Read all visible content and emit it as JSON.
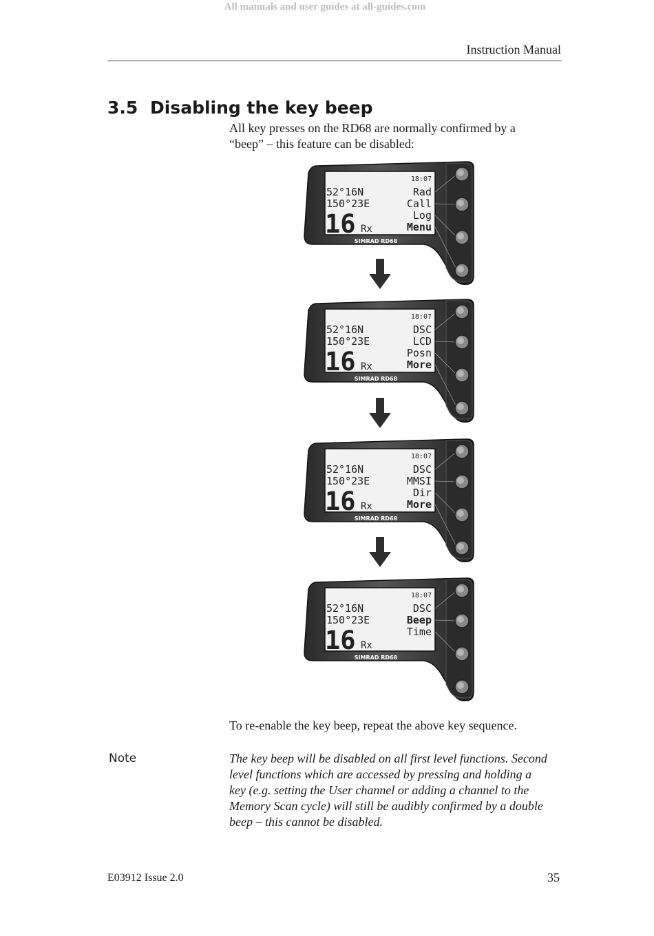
{
  "watermark": "All manuals and user guides at all-guides.com",
  "header": {
    "title": "Instruction Manual"
  },
  "section": {
    "number": "3.5",
    "title": "Disabling the key beep",
    "intro_line1": "All key presses on the RD68 are normally confirmed by a",
    "intro_line2": "“beep” – this feature can be disabled:"
  },
  "colors": {
    "device_body": "#3a3a3a",
    "lcd_background": "#f2f2f2",
    "arrow": "#2e2e2e"
  },
  "icons": {
    "arrow": "down-arrow-icon",
    "finger": "finger-press-icon",
    "button": "device-key-icon"
  },
  "screens": [
    {
      "time": "18:07",
      "lat": "52°16N",
      "lon": "150°23E",
      "channel": "16",
      "mode": "Rx",
      "brand": "SIMRAD RD68",
      "menu": [
        "Rad",
        "Call",
        "Log",
        "Menu"
      ],
      "bold_index": 3,
      "pressed_key": 4
    },
    {
      "time": "18:07",
      "lat": "52°16N",
      "lon": "150°23E",
      "channel": "16",
      "mode": "Rx",
      "brand": "SIMRAD RD68",
      "menu": [
        "DSC",
        "LCD",
        "Posn",
        "More"
      ],
      "bold_index": 3,
      "pressed_key": 4
    },
    {
      "time": "18:07",
      "lat": "52°16N",
      "lon": "150°23E",
      "channel": "16",
      "mode": "Rx",
      "brand": "SIMRAD RD68",
      "menu": [
        "DSC",
        "MMSI",
        "Dir",
        "More"
      ],
      "bold_index": 3,
      "pressed_key": 4
    },
    {
      "time": "18:07",
      "lat": "52°16N",
      "lon": "150°23E",
      "channel": "16",
      "mode": "Rx",
      "brand": "SIMRAD RD68",
      "menu": [
        "DSC",
        "Beep",
        "Time",
        ""
      ],
      "bold_index": 1,
      "pressed_key": 2
    }
  ],
  "reenable_text": "To re-enable the key beep, repeat the above key sequence.",
  "note": {
    "label": "Note",
    "line1": "The key beep will be disabled on all first level functions. Second",
    "line2": "level functions which are accessed by pressing and holding a",
    "line3": "key (e.g. setting the User channel or adding a channel to the",
    "line4": "Memory Scan cycle) will still be audibly confirmed by a double",
    "line5": "beep – this cannot be disabled."
  },
  "footer": {
    "doc_id": "E03912  Issue 2.0",
    "page_number": "35"
  }
}
